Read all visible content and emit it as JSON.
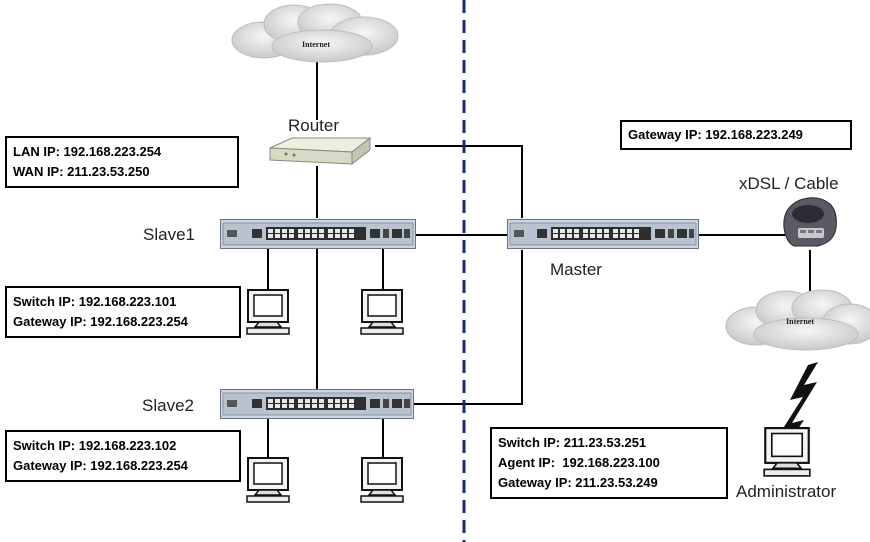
{
  "clouds": {
    "top": {
      "label": "Internet"
    },
    "right": {
      "label": "Internet"
    }
  },
  "devices": {
    "router": {
      "label": "Router"
    },
    "slave1": {
      "label": "Slave1"
    },
    "slave2": {
      "label": "Slave2"
    },
    "master": {
      "label": "Master"
    },
    "modem": {
      "label": "xDSL / Cable"
    },
    "admin": {
      "label": "Administrator"
    }
  },
  "boxes": {
    "router_info": [
      "LAN IP: 192.168.223.254",
      "WAN IP: 211.23.53.250"
    ],
    "gateway_top": [
      "Gateway IP: 192.168.223.249"
    ],
    "slave1_info": [
      "Switch IP: 192.168.223.101",
      "Gateway IP: 192.168.223.254"
    ],
    "slave2_info": [
      "Switch IP: 192.168.223.102",
      "Gateway IP: 192.168.223.254"
    ],
    "master_info": [
      "Switch IP: 211.23.53.251",
      "Agent IP:  192.168.223.100",
      "Gateway IP: 211.23.53.249"
    ]
  },
  "colors": {
    "divider": "#1a2a6c",
    "switch_body": "#cdd6e0",
    "cloud": "#e4e4e4"
  }
}
